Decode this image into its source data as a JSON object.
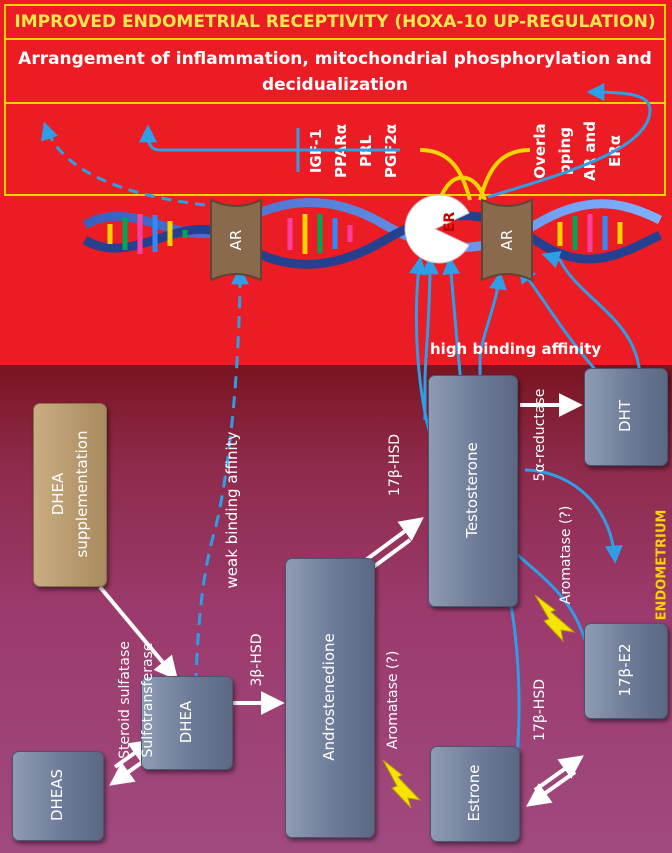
{
  "header": {
    "title": "IMPROVED ENDOMETRIAL RECEPTIVITY (HOXA-10 UP-REGULATION)",
    "subtitle_line1": "Arrangement of inflammation, mitochondrial  phosphorylation and",
    "subtitle_line2": "decidualization"
  },
  "genes": {
    "g1": "IGF-1",
    "g2": "PPARα",
    "g3": "PRL",
    "g4": "PGF2α",
    "overlap1": "Overla",
    "overlap2": "pping",
    "overlap3": "AR and",
    "overlap4": "ERα"
  },
  "receptors": {
    "ar_left": "AR",
    "er": "ER",
    "ar_right": "AR"
  },
  "labels": {
    "high_affinity": "high binding affinity",
    "weak_affinity": "weak binding affinity",
    "endometrium": "ENDOMETRIUM"
  },
  "nodes": {
    "dhea_supp_1": "DHEA",
    "dhea_supp_2": "supplementation",
    "dheas": "DHEAS",
    "dhea": "DHEA",
    "androstenedione": "Androstenedione",
    "testosterone": "Testosterone",
    "dht": "DHT",
    "estrone": "Estrone",
    "e2": "17β-E2"
  },
  "enzymes": {
    "sulfatase": "Steroid sulfatase",
    "sulfotransferase": "Sulfotransferase",
    "hsd3b": "3β-HSD",
    "hsd17b_top": "17β-HSD",
    "hsd17b_bottom": "17β-HSD",
    "reductase": "5α-reductase",
    "aromatase1": "Aromatase (?)",
    "aromatase2": "Aromatase (?)"
  },
  "colors": {
    "red_bg": "#ec1c24",
    "purple_bg": "#a04a80",
    "title_yellow": "#ffe84d",
    "arrow_blue": "#2e9ee6",
    "box_blue": "#6d7b98",
    "box_tan": "#a98a5e",
    "endometrium_label": "#f5d400"
  }
}
